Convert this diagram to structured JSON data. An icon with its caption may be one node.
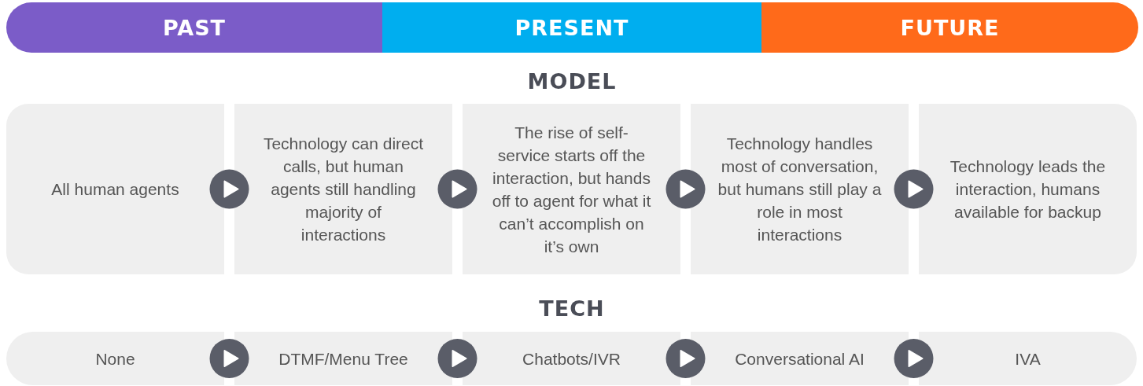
{
  "diagram": {
    "nodes": [
      {
        "text": [
          "PAST"
        ]
      },
      {
        "text": [
          "PRESENT"
        ]
      },
      {
        "text": [
          "FUTURE"
        ]
      },
      {
        "text": [
          "All human agents"
        ]
      },
      {
        "text": [
          "Technology can direct calls, but human agents still handling majority of interactions"
        ]
      },
      {
        "text": [
          "The rise of self-service starts off the interaction, but hands off to agent for what it can’t accomplish on it’s own"
        ]
      },
      {
        "text": [
          "Technology handles most of conversation, but humans still play a role in most interactions"
        ]
      },
      {
        "text": [
          "Technology leads the interaction, humans available for backup"
        ]
      },
      {
        "text": [
          "None"
        ]
      },
      {
        "text": [
          "DTMF/Menu Tree"
        ]
      },
      {
        "text": [
          "Chatbots/IVR"
        ]
      },
      {
        "text": [
          "Conversational AI"
        ]
      },
      {
        "text": [
          "IVA"
        ]
      }
    ],
    "edges": [
      {
        "from": 3,
        "to": 4,
        "arrow": "to"
      },
      {
        "from": 4,
        "to": 5,
        "arrow": "to"
      },
      {
        "from": 5,
        "to": 6,
        "arrow": "to"
      },
      {
        "from": 6,
        "to": 7,
        "arrow": "to"
      },
      {
        "from": 8,
        "to": 9,
        "arrow": "to"
      },
      {
        "from": 9,
        "to": 10,
        "arrow": "to"
      },
      {
        "from": 10,
        "to": 11,
        "arrow": "to"
      },
      {
        "from": 11,
        "to": 12,
        "arrow": "to"
      }
    ],
    "labels": [
      "MODEL",
      "TECH"
    ]
  }
}
